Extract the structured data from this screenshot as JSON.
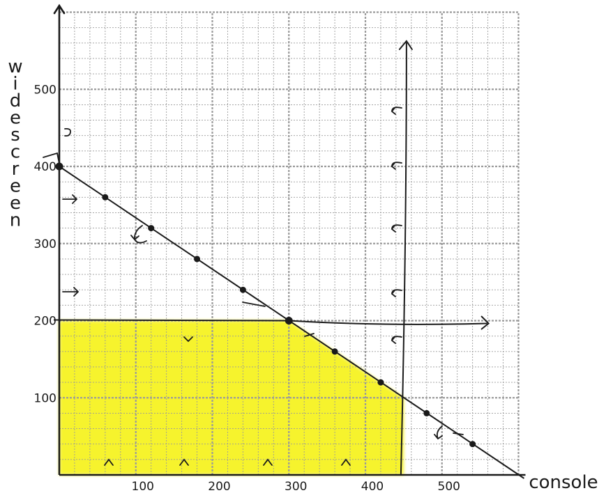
{
  "chart_data": {
    "type": "line",
    "xlabel": "console",
    "ylabel": "widescreen",
    "xlim": [
      0,
      600
    ],
    "ylim": [
      0,
      600
    ],
    "xticks": [
      100,
      200,
      300,
      400,
      500
    ],
    "yticks": [
      100,
      200,
      300,
      400,
      500
    ],
    "x_tick_labels": [
      "100",
      "200",
      "300",
      "400",
      "500"
    ],
    "y_tick_labels": [
      "100",
      "200",
      "300",
      "400",
      "500"
    ],
    "grid": true,
    "feasible_region": [
      [
        0,
        0
      ],
      [
        0,
        200
      ],
      [
        300,
        200
      ],
      [
        450,
        100
      ],
      [
        450,
        0
      ]
    ],
    "lines": [
      {
        "description": "diagonal constraint",
        "points": [
          [
            0,
            400
          ],
          [
            600,
            0
          ]
        ],
        "marked_points": [
          [
            0,
            400
          ],
          [
            60,
            360
          ],
          [
            120,
            320
          ],
          [
            180,
            280
          ],
          [
            240,
            240
          ],
          [
            300,
            200
          ],
          [
            360,
            160
          ],
          [
            420,
            120
          ],
          [
            480,
            80
          ],
          [
            540,
            40
          ]
        ]
      },
      {
        "description": "horizontal constraint",
        "points": [
          [
            0,
            200
          ],
          [
            550,
            200
          ]
        ]
      },
      {
        "description": "vertical constraint",
        "points": [
          [
            450,
            0
          ],
          [
            450,
            550
          ]
        ]
      }
    ],
    "colors": {
      "feasible_fill": "#f6f21a",
      "grid": "#9a9a9a",
      "ink": "#1a1a1a"
    }
  }
}
